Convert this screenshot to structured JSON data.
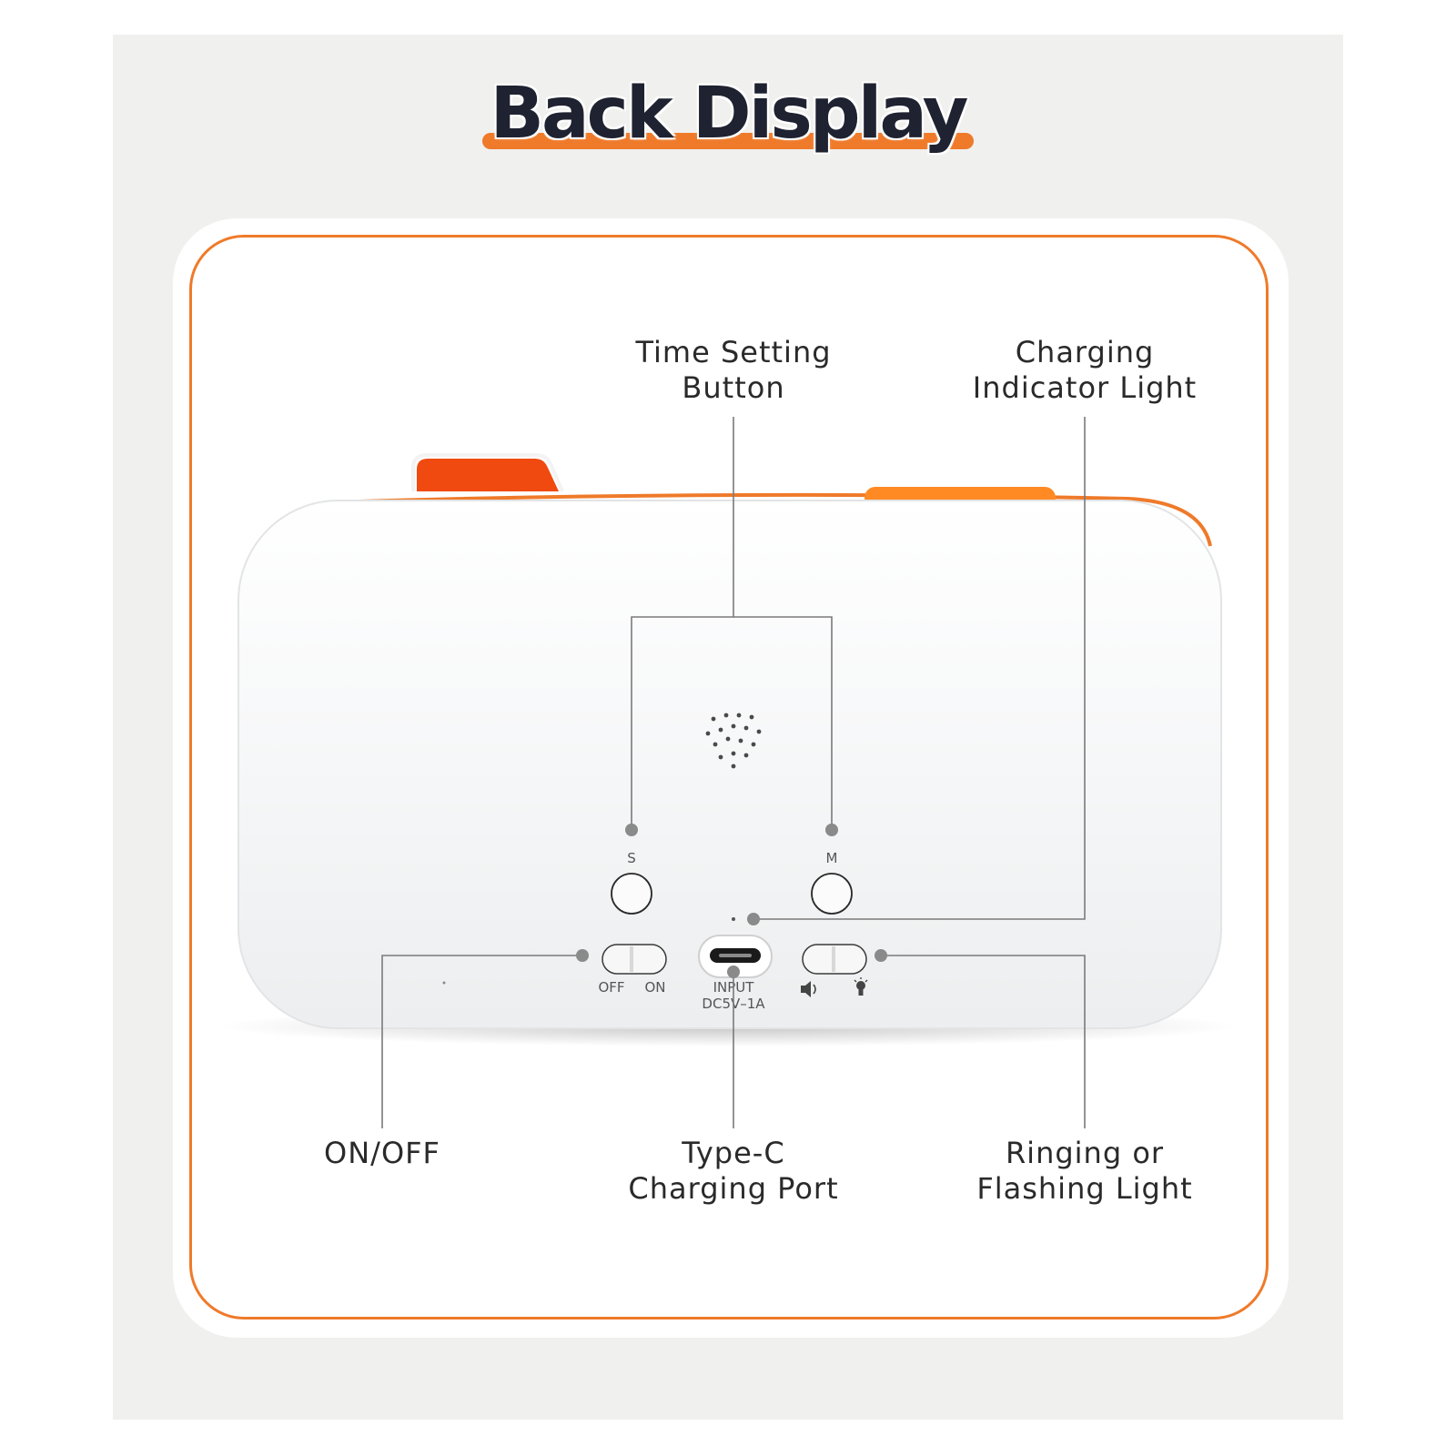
{
  "title": "Back Display",
  "colors": {
    "accent": "#ef7a2a",
    "accent_dark": "#f04a10",
    "title_text": "#1f2230",
    "leader": "#7a7a7a"
  },
  "callouts": {
    "time_setting": {
      "line1": "Time Setting",
      "line2": "Button"
    },
    "charging_indicator": {
      "line1": "Charging",
      "line2": "Indicator Light"
    },
    "on_off": {
      "line1": "ON/OFF"
    },
    "type_c": {
      "line1": "Type-C",
      "line2": "Charging Port"
    },
    "ringing": {
      "line1": "Ringing or",
      "line2": "Flashing Light"
    }
  },
  "device_labels": {
    "s_button": "S",
    "m_button": "M",
    "off": "OFF",
    "on": "ON",
    "input_line1": "INPUT",
    "input_line2": "DC5V–1A"
  },
  "icons": {
    "sound": "speaker-icon",
    "light": "bulb-icon"
  }
}
